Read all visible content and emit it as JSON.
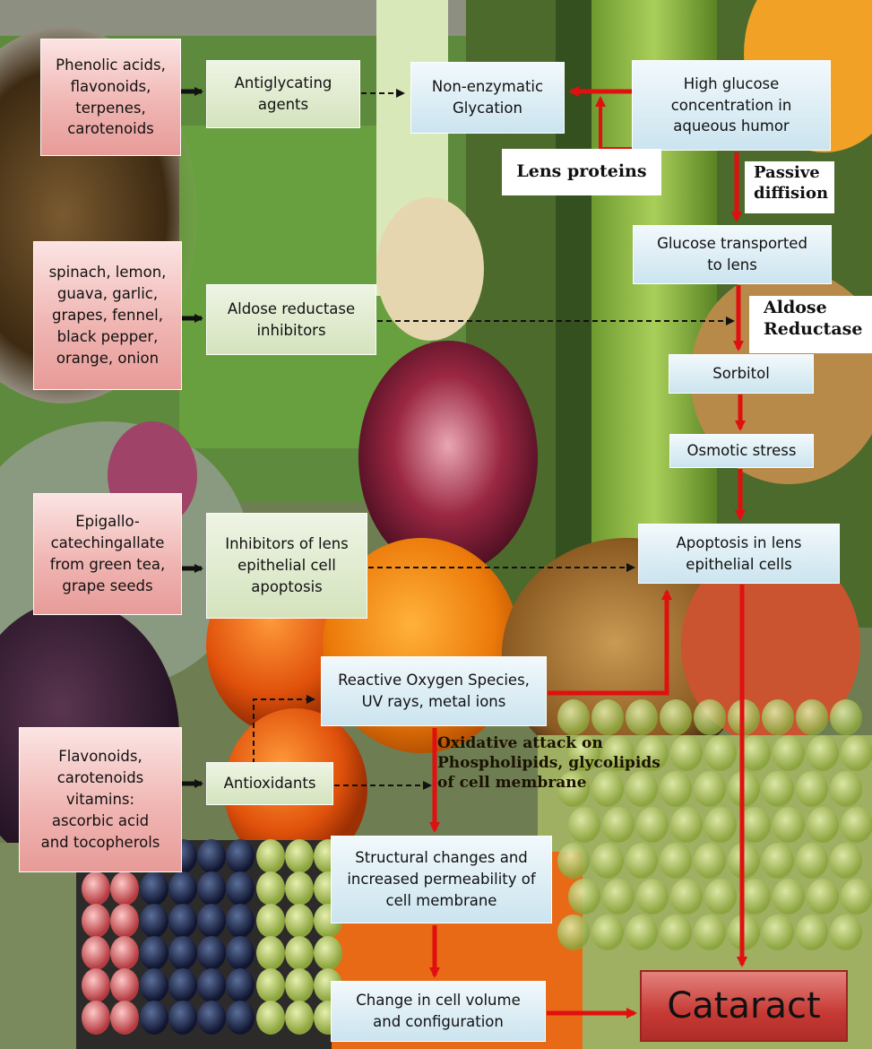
{
  "sources": {
    "phenolic": "Phenolic acids,\nflavonoids,\nterpenes,\ncarotenoids",
    "vegetables": "spinach, lemon,\nguava, garlic,\ngrapes, fennel,\nblack pepper,\norange, onion",
    "egcg": "Epigallo-\ncatechingallate\nfrom green tea,\ngrape seeds",
    "flavonoids": "Flavonoids,\ncarotenoids\nvitamins:\nascorbic acid\nand tocopherols"
  },
  "agents": {
    "antiglycating": "Antiglycating\nagents",
    "aldose_inhibitors": "Aldose reductase\ninhibitors",
    "apoptosis_inhibitors": "Inhibitors of lens\nepithelial cell\napoptosis",
    "antioxidants": "Antioxidants"
  },
  "pathway": {
    "glycation": "Non-enzymatic\nGlycation",
    "high_glucose": "High glucose\nconcentration in\naqueous humor",
    "glucose_transported": "Glucose transported\nto lens",
    "sorbitol": "Sorbitol",
    "osmotic_stress": "Osmotic stress",
    "apoptosis": "Apoptosis in lens\nepithelial cells",
    "ros": "Reactive Oxygen Species,\nUV rays, metal ions",
    "structural": "Structural changes and\nincreased permeability of\ncell membrane",
    "cell_volume": "Change in cell volume\nand configuration",
    "cataract": "Cataract"
  },
  "labels": {
    "lens_proteins": "Lens proteins",
    "passive_diffusion": "Passive\ndiffision",
    "aldose_reductase": "Aldose\nReductase",
    "oxidative_attack": "Oxidative attack on\nPhospholipids, glycolipids\nof cell membrane"
  },
  "colors": {
    "red_arrow": "#e01010",
    "source_box": "#eeb3b0",
    "agent_box": "#d8e6c4",
    "pathway_box": "#cfe6f0",
    "cataract_box": "#c63a35"
  }
}
